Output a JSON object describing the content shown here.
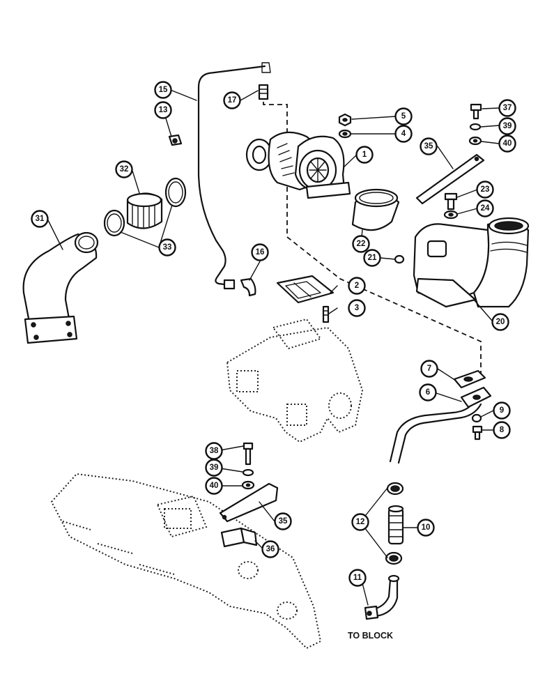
{
  "callouts": [
    "1",
    "2",
    "3",
    "4",
    "5",
    "6",
    "7",
    "8",
    "9",
    "10",
    "11",
    "12",
    "13",
    "15",
    "16",
    "17",
    "20",
    "21",
    "22",
    "23",
    "24",
    "31",
    "32",
    "33",
    "35",
    "36",
    "37",
    "38",
    "39",
    "40"
  ],
  "caption": "TO BLOCK"
}
